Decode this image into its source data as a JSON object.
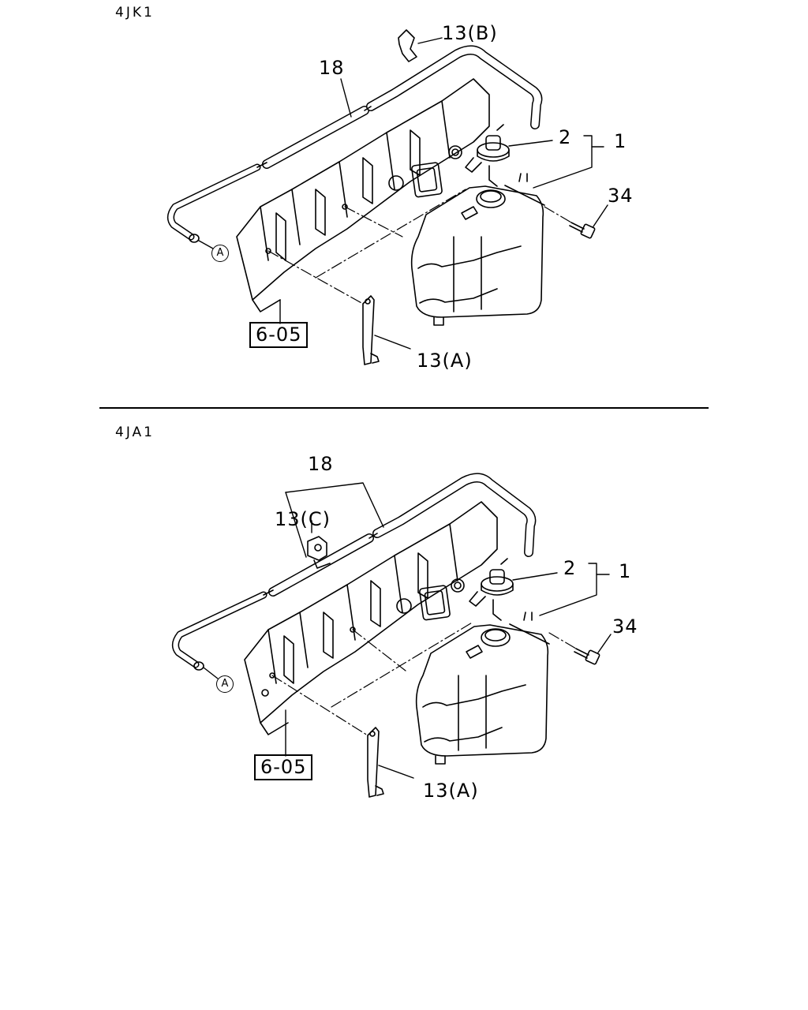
{
  "panels": [
    {
      "model": "4JK1",
      "callouts": {
        "hose": "18",
        "clip_b": "13(B)",
        "cap": "2",
        "tank": "1",
        "bolt": "34",
        "bracket_a": "13(A)",
        "ref": "6-05",
        "connector": "A"
      }
    },
    {
      "model": "4JA1",
      "callouts": {
        "hose": "18",
        "clip_c": "13(C)",
        "cap": "2",
        "tank": "1",
        "bolt": "34",
        "bracket_a": "13(A)",
        "ref": "6-05",
        "connector": "A"
      }
    }
  ]
}
